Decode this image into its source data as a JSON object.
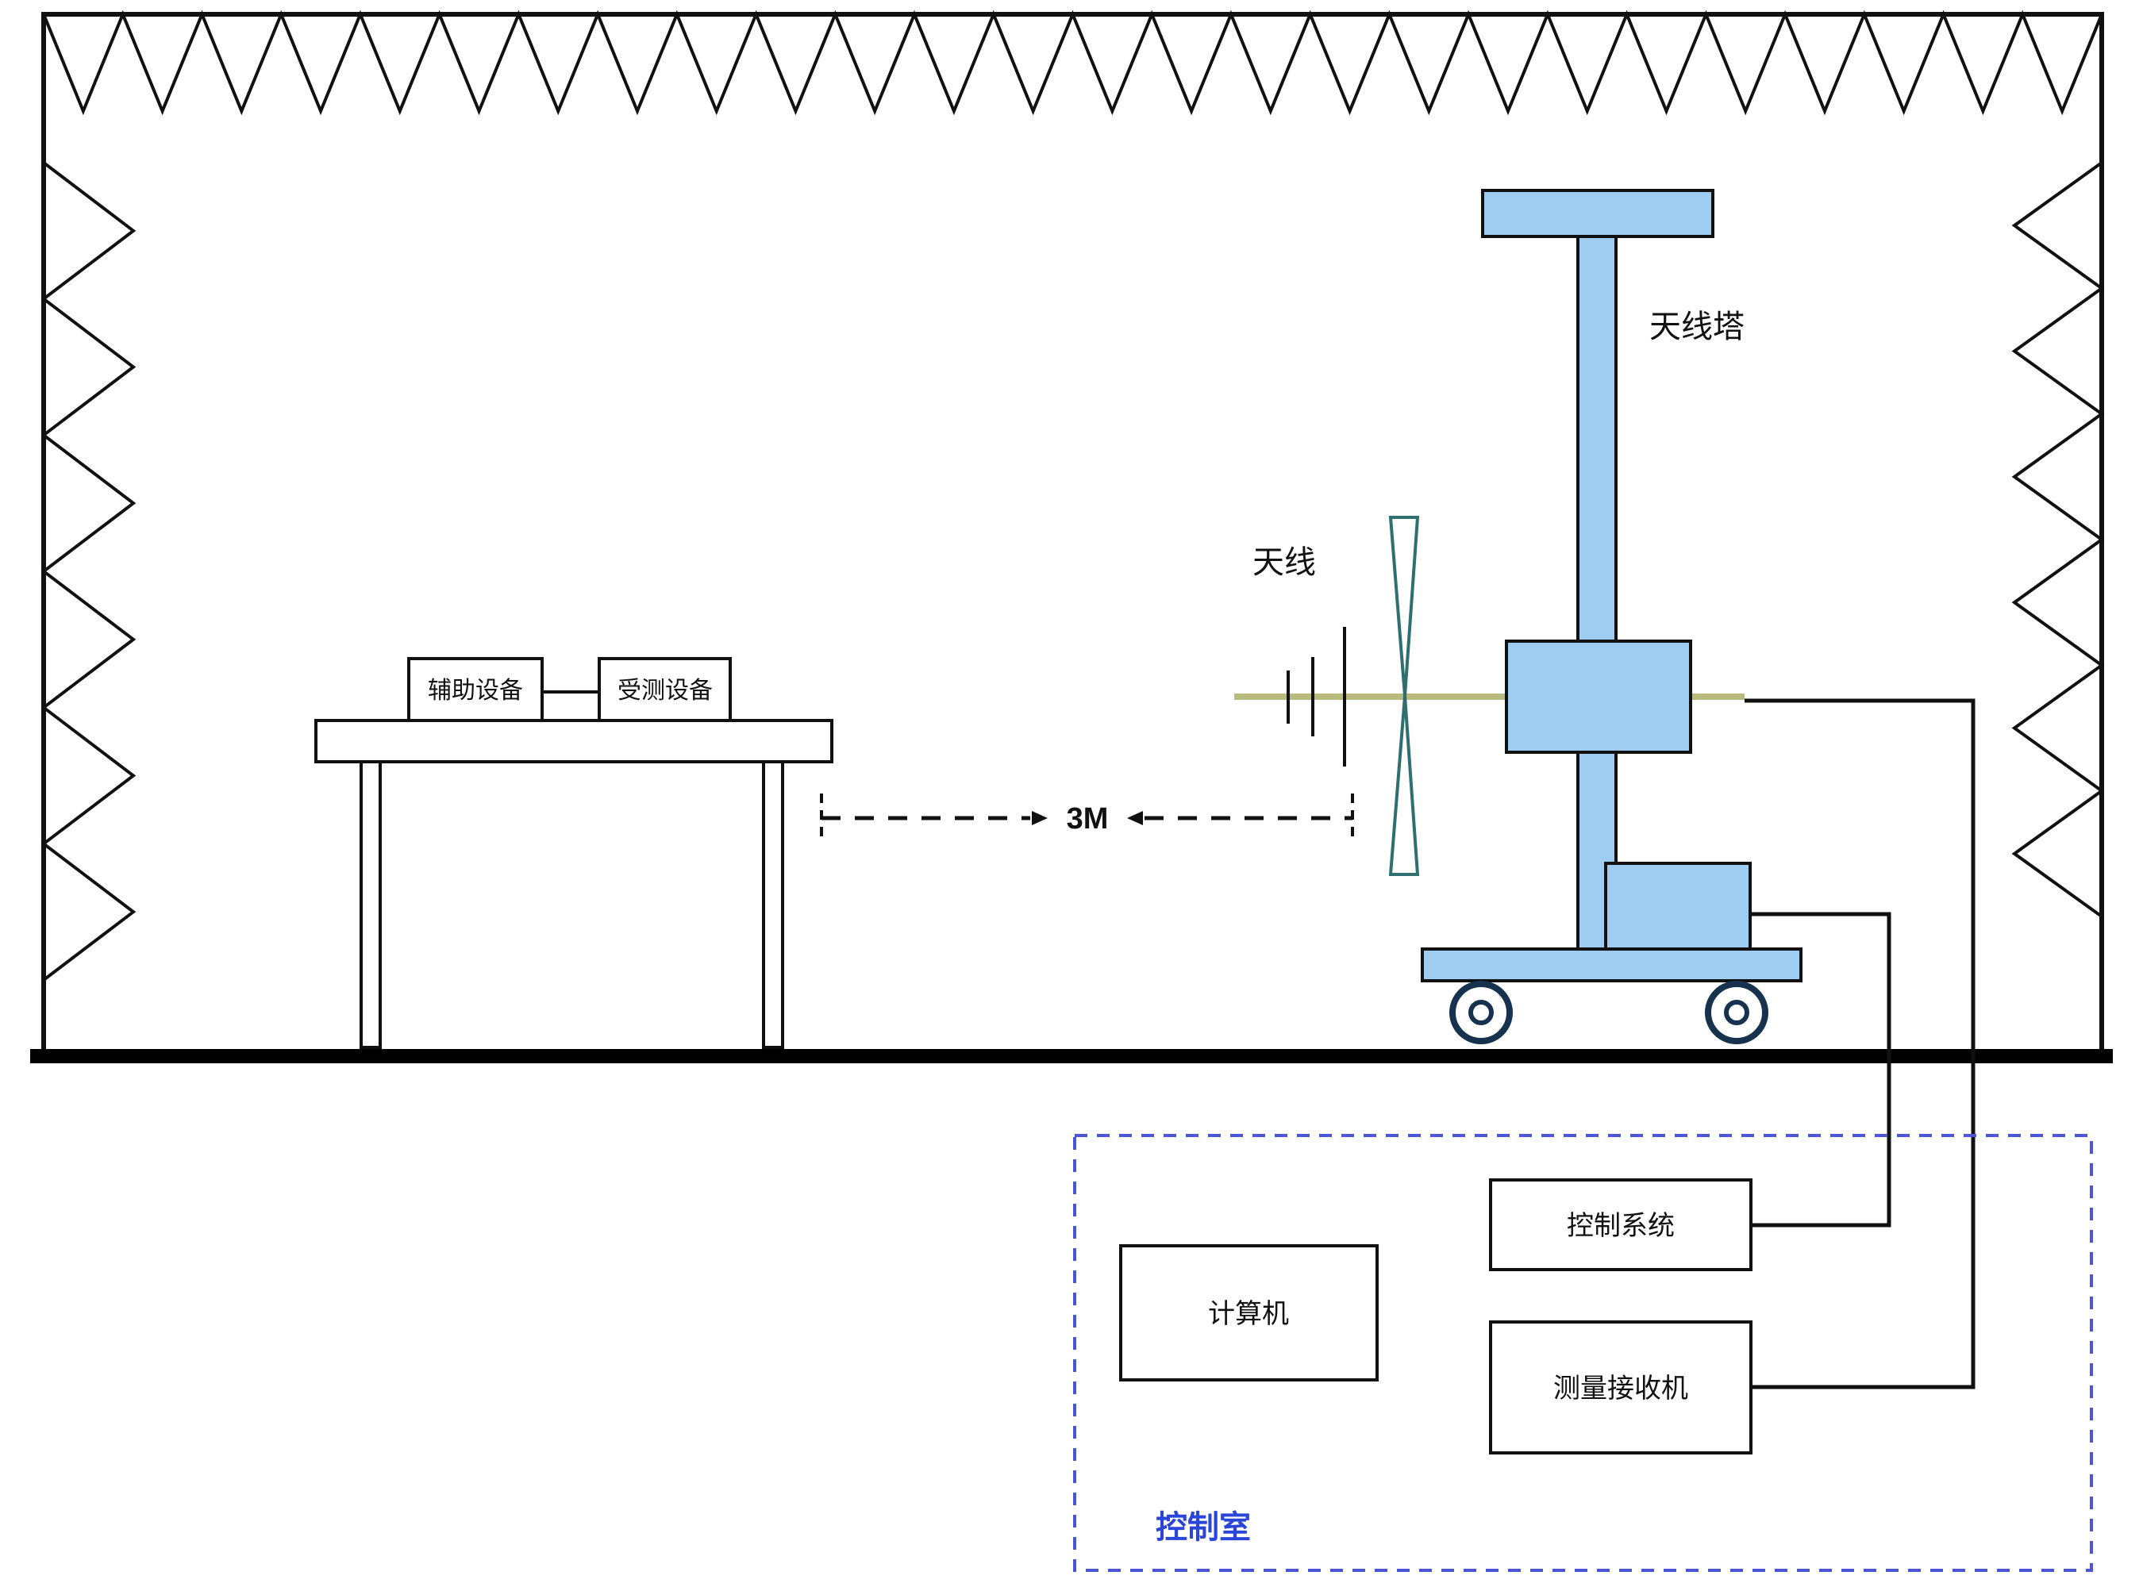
{
  "diagram": {
    "title": "EMC radiated emission test setup in semi-anechoic chamber",
    "labels": {
      "antenna_tower": "天线塔",
      "antenna": "天线",
      "distance": "3M",
      "aux_device": "辅助设备",
      "eut_device": "受测设备",
      "computer": "计算机",
      "control_system": "控制系统",
      "receiver": "测量接收机",
      "control_room": "控制室"
    },
    "colors": {
      "equipment_fill": "#9fccf1",
      "equipment_stroke": "#111111",
      "control_room_border": "#4a56d6",
      "control_room_label": "#2b45d8",
      "boom": "#b9ba7d",
      "bowtie_stroke": "#2f6f6f",
      "wheel_stroke": "#16324f"
    }
  }
}
